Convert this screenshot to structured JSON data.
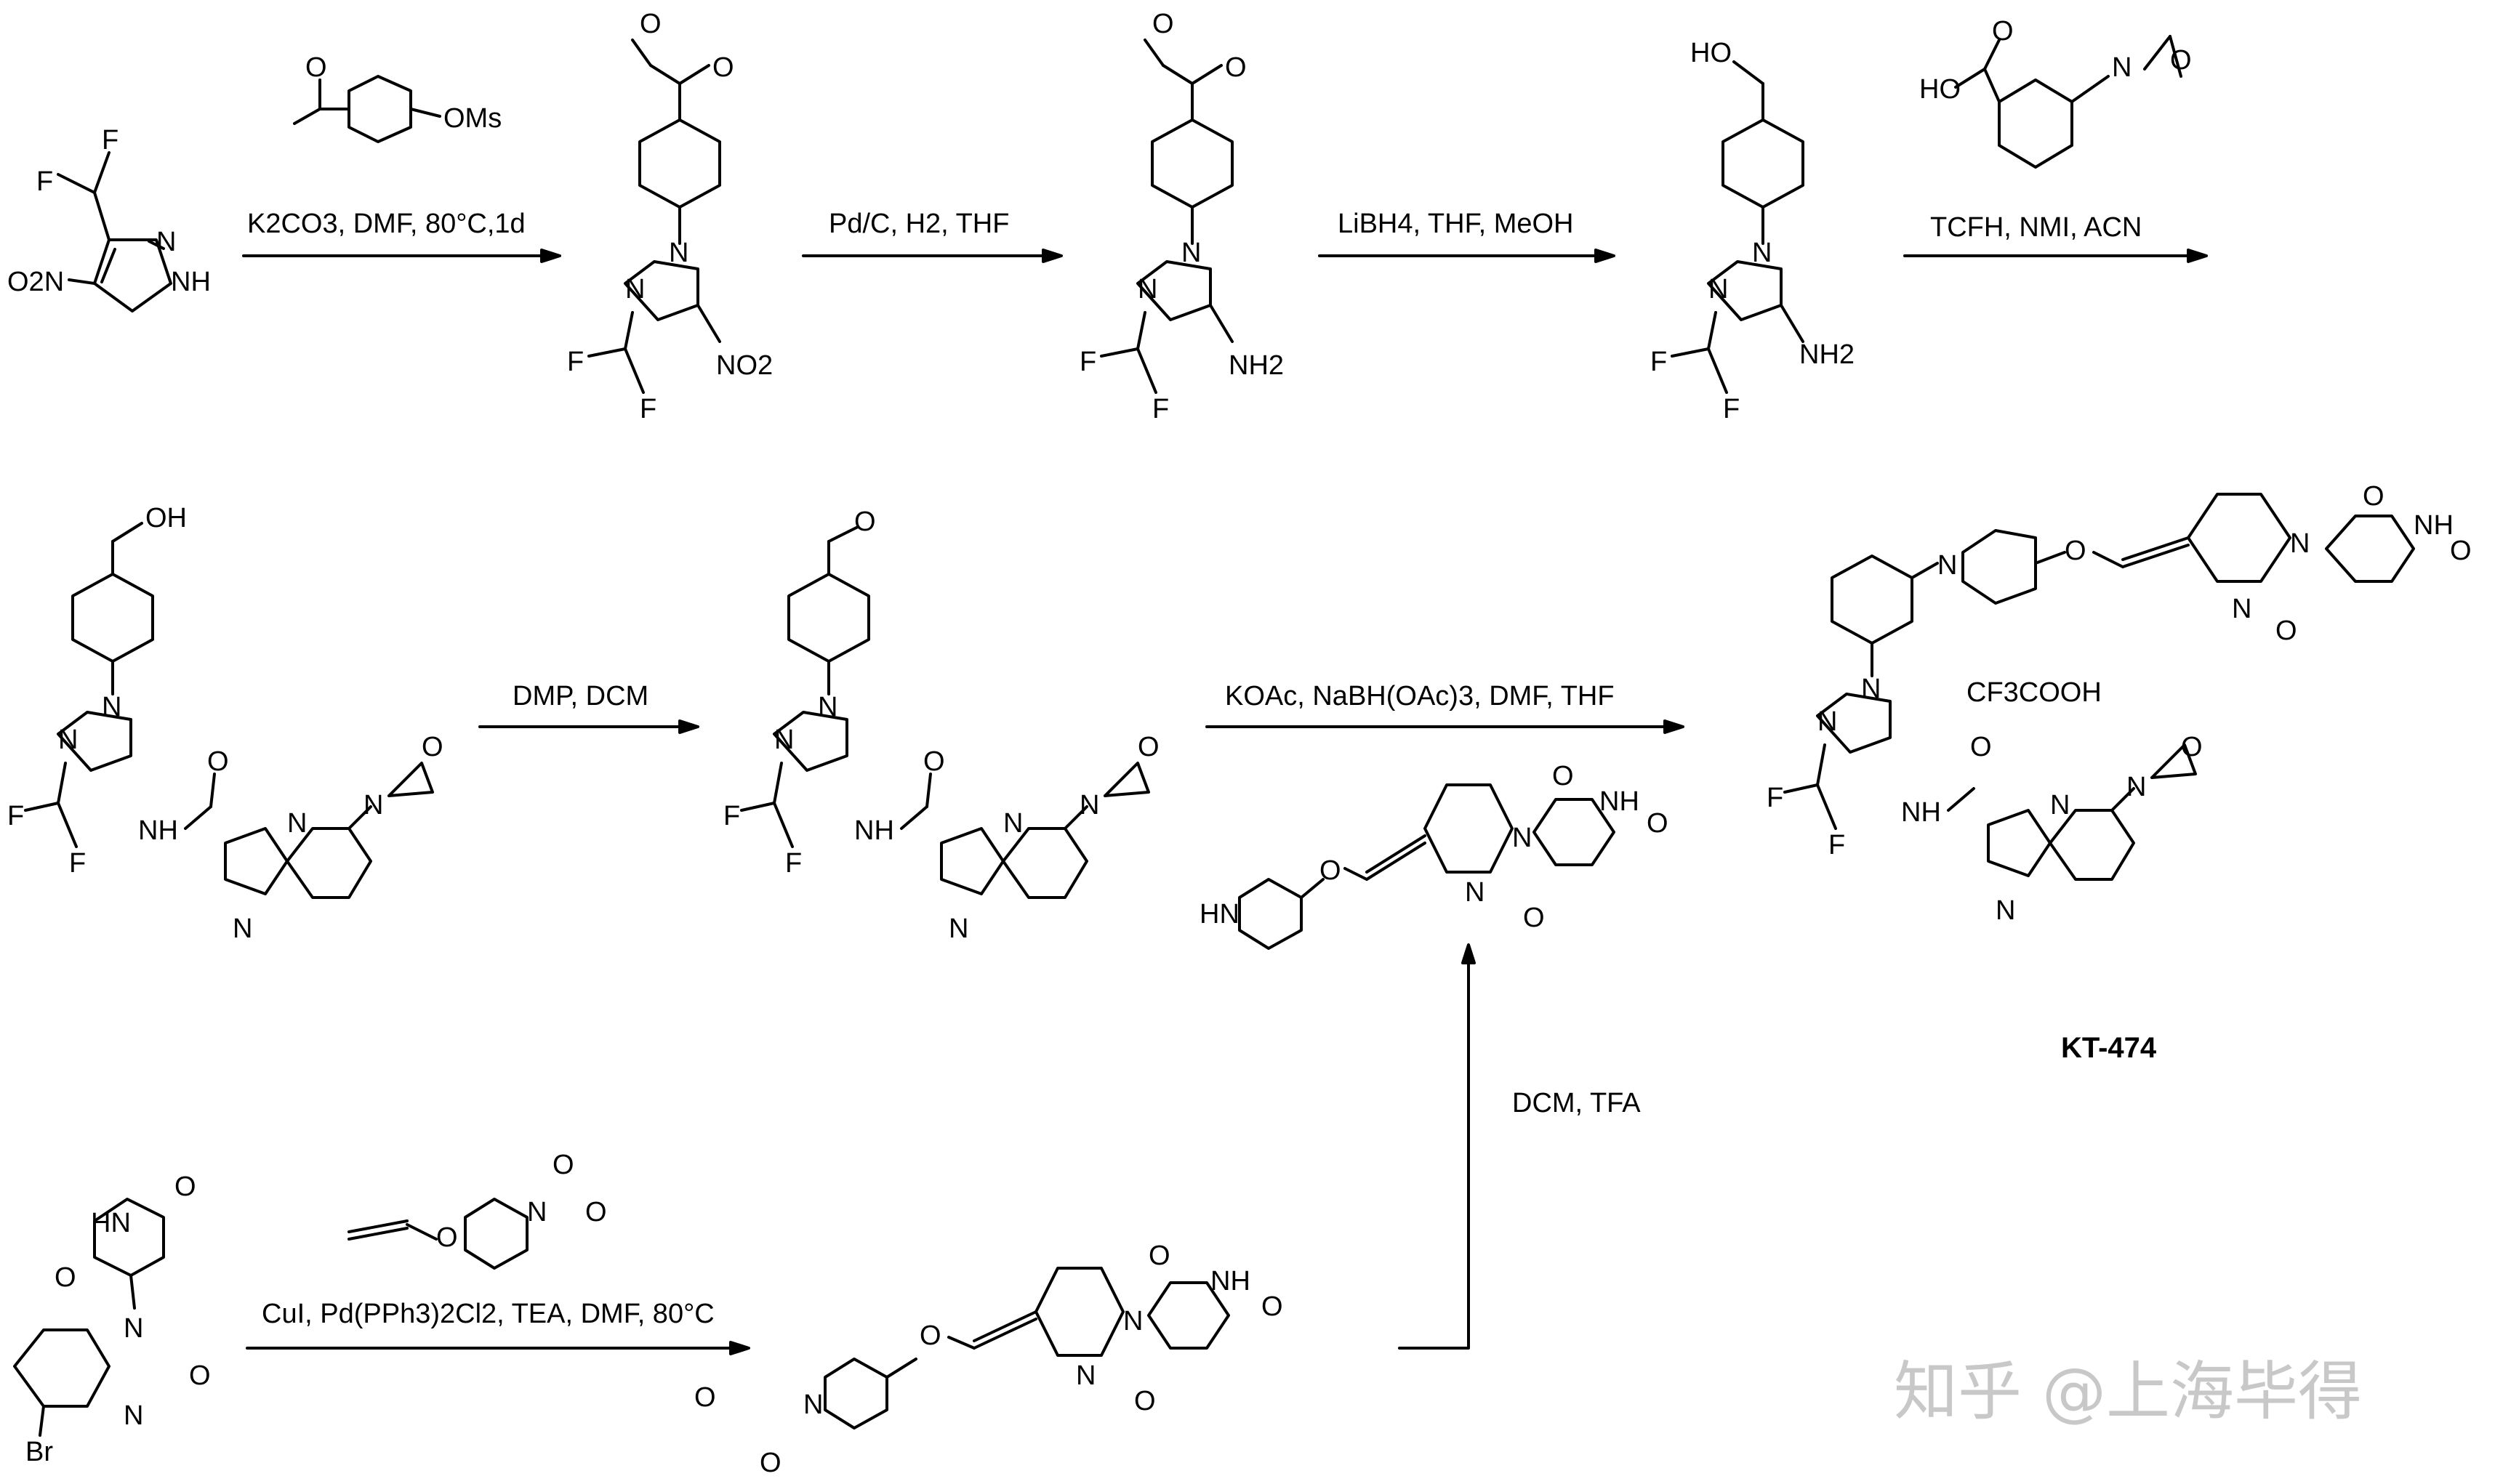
{
  "reagents": {
    "step1": "K2CO3, DMF, 80°C,1d",
    "step2": "Pd/C, H2, THF",
    "step3": "LiBH4, THF, MeOH",
    "step4": "TCFH, NMI, ACN",
    "step5": "DMP, DCM",
    "step6": "KOAc, NaBH(OAc)3, DMF, THF",
    "step7": "CuI, Pd(PPh3)2Cl2, TEA, DMF, 80°C",
    "step8": "DCM, TFA"
  },
  "labels": {
    "product_name": "KT-474",
    "salt": "CF3COOH",
    "ms": "OMs",
    "ho": "HO",
    "oh": "OH",
    "no2_a": "O2N",
    "no2_b": "NO2",
    "nh2": "NH2",
    "nh": "NH",
    "hn": "HN",
    "f": "F",
    "n": "N",
    "o": "O",
    "br": "Br",
    "hoacid": "HO"
  },
  "watermark": "知乎 @上海毕得"
}
